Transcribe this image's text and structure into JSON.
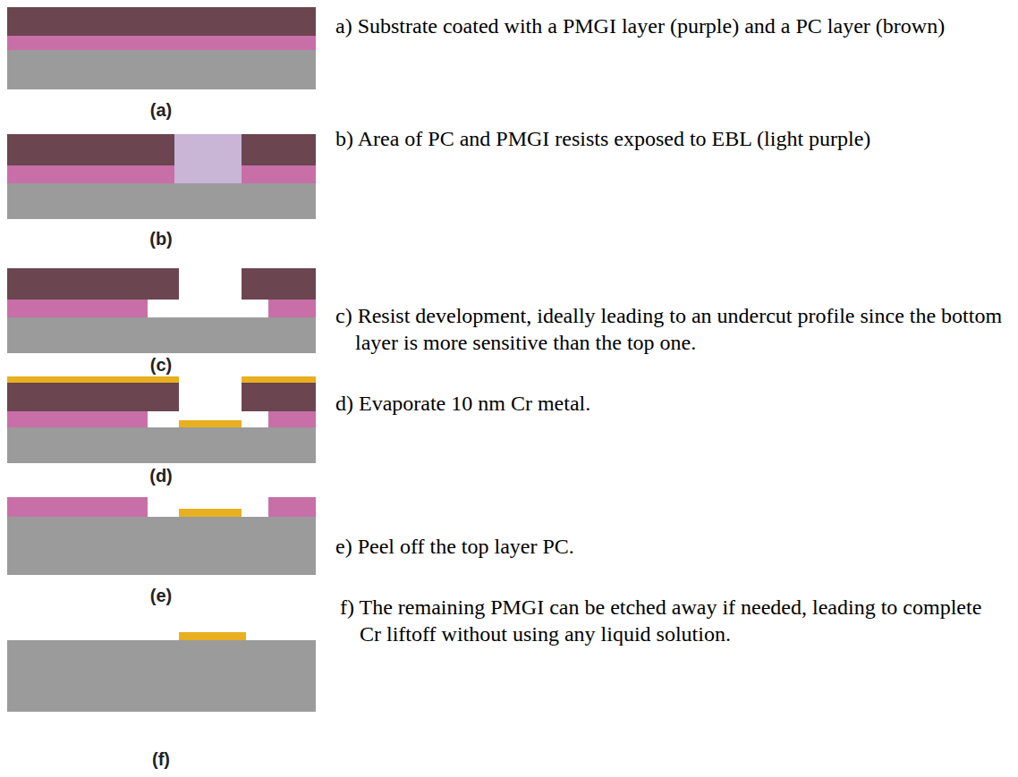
{
  "diagram": {
    "labels": [
      "(a)",
      "(b)",
      "(c)",
      "(d)",
      "(e)",
      "(f)",
      "a) Substrate coated with a PMGI layer (purple) and a PC layer (brown)",
      "b) Area of PC and PMGI resists exposed to EBL (light purple)",
      "c) Resist development, ideally leading to an undercut profile since the bottom layer is more sensitive than the top one.",
      "d) Evaporate 10 nm Cr metal.",
      "e) Peel off the top layer PC.",
      "f) The remaining PMGI can be etched away if needed, leading to complete Cr liftoff without using any liquid solution."
    ]
  }
}
